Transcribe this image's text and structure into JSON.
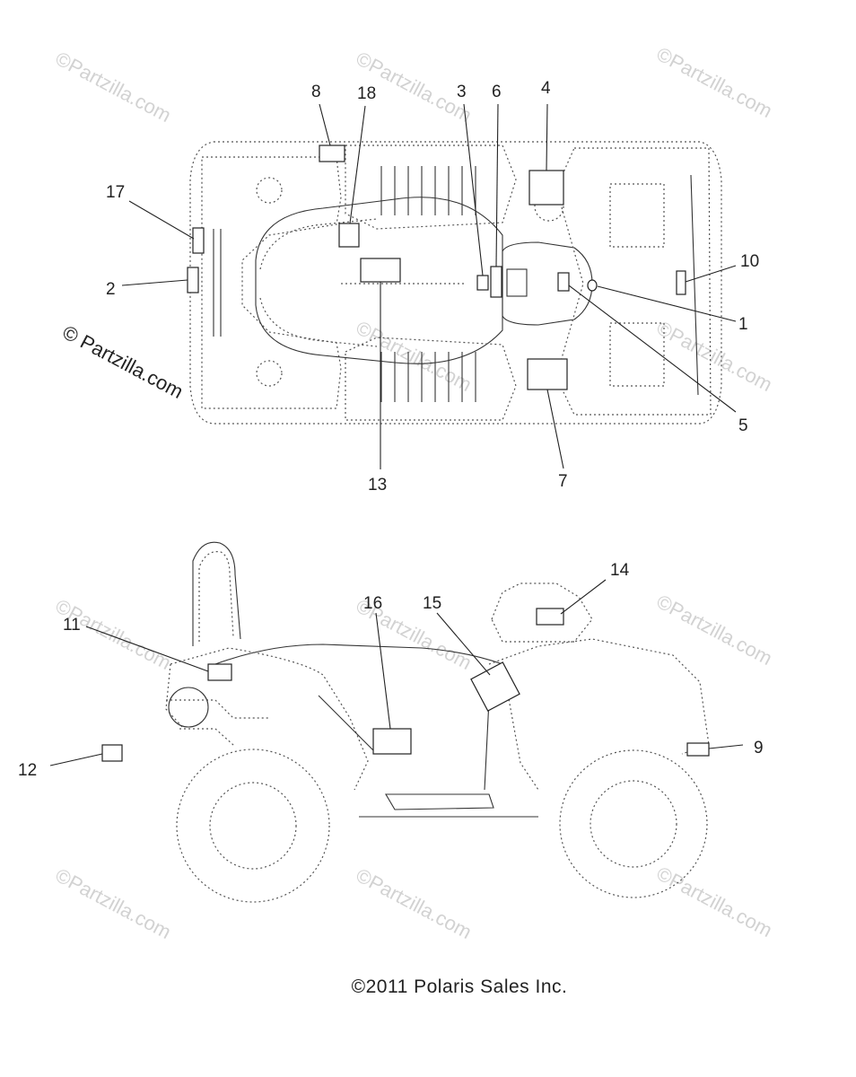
{
  "callouts": {
    "c1": "1",
    "c2": "2",
    "c3": "3",
    "c4": "4",
    "c5": "5",
    "c6": "6",
    "c7": "7",
    "c8": "8",
    "c9": "9",
    "c10": "10",
    "c11": "11",
    "c12": "12",
    "c13": "13",
    "c14": "14",
    "c15": "15",
    "c16": "16",
    "c17": "17",
    "c18": "18"
  },
  "watermark": {
    "text": "©Partzilla.com",
    "side_text": "© Partzilla.com"
  },
  "footer": {
    "copyright": "©2011 Polaris Sales Inc."
  }
}
